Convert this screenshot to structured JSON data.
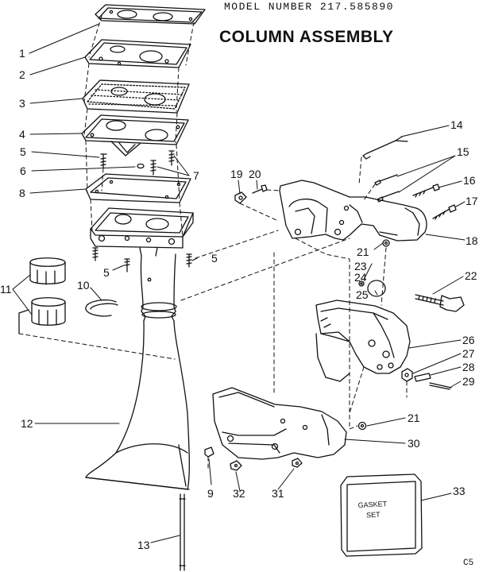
{
  "header": {
    "model_number": "MODEL NUMBER 217.585890",
    "title": "COLUMN ASSEMBLY",
    "corner_code": "C5"
  },
  "gasket_box": {
    "line1": "GASKET",
    "line2": "SET"
  },
  "callouts": [
    {
      "id": "c1",
      "label": "1"
    },
    {
      "id": "c2",
      "label": "2"
    },
    {
      "id": "c3",
      "label": "3"
    },
    {
      "id": "c4",
      "label": "4"
    },
    {
      "id": "c5a",
      "label": "5"
    },
    {
      "id": "c6",
      "label": "6"
    },
    {
      "id": "c7",
      "label": "7"
    },
    {
      "id": "c8",
      "label": "8"
    },
    {
      "id": "c5b",
      "label": "5"
    },
    {
      "id": "c5c",
      "label": "5"
    },
    {
      "id": "c10",
      "label": "10"
    },
    {
      "id": "c11",
      "label": "11"
    },
    {
      "id": "c12",
      "label": "12"
    },
    {
      "id": "c13",
      "label": "13"
    },
    {
      "id": "c9",
      "label": "9"
    },
    {
      "id": "c32",
      "label": "32"
    },
    {
      "id": "c31",
      "label": "31"
    },
    {
      "id": "c30",
      "label": "30"
    },
    {
      "id": "c21b",
      "label": "21"
    },
    {
      "id": "c33",
      "label": "33"
    },
    {
      "id": "c29",
      "label": "29"
    },
    {
      "id": "c28",
      "label": "28"
    },
    {
      "id": "c27",
      "label": "27"
    },
    {
      "id": "c26",
      "label": "26"
    },
    {
      "id": "c22",
      "label": "22"
    },
    {
      "id": "c25",
      "label": "25"
    },
    {
      "id": "c23",
      "label": "23"
    },
    {
      "id": "c24",
      "label": "24"
    },
    {
      "id": "c21a",
      "label": "21"
    },
    {
      "id": "c18",
      "label": "18"
    },
    {
      "id": "c17",
      "label": "17"
    },
    {
      "id": "c16",
      "label": "16"
    },
    {
      "id": "c15",
      "label": "15"
    },
    {
      "id": "c14",
      "label": "14"
    },
    {
      "id": "c19",
      "label": "19"
    },
    {
      "id": "c20",
      "label": "20"
    }
  ]
}
